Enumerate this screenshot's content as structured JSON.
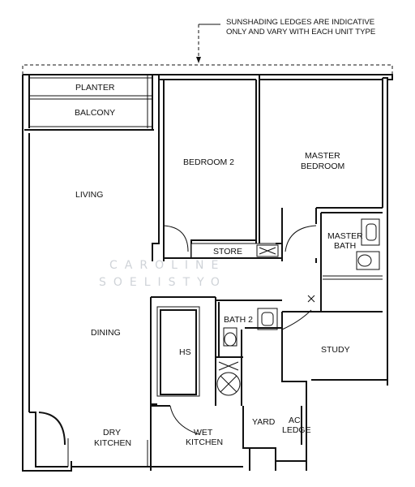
{
  "note": {
    "line1": "SUNSHADING LEDGES ARE INDICATIVE",
    "line2": "ONLY AND VARY WITH EACH UNIT TYPE"
  },
  "rooms": {
    "planter": "PLANTER",
    "balcony": "BALCONY",
    "living": "LIVING",
    "dining": "DINING",
    "dry_kitchen_1": "DRY",
    "dry_kitchen_2": "KITCHEN",
    "bedroom2": "BEDROOM 2",
    "master_bedroom_1": "MASTER",
    "master_bedroom_2": "BEDROOM",
    "store": "STORE",
    "master_bath_1": "MASTER",
    "master_bath_2": "BATH",
    "bath2": "BATH 2",
    "hs": "HS",
    "study": "STUDY",
    "wet_kitchen_1": "WET",
    "wet_kitchen_2": "KITCHEN",
    "yard": "YARD",
    "ac_ledge_1": "AC",
    "ac_ledge_2": "LEDGE"
  },
  "watermark": {
    "line1": "CAROLINE",
    "line2": "SOELISTYO"
  }
}
